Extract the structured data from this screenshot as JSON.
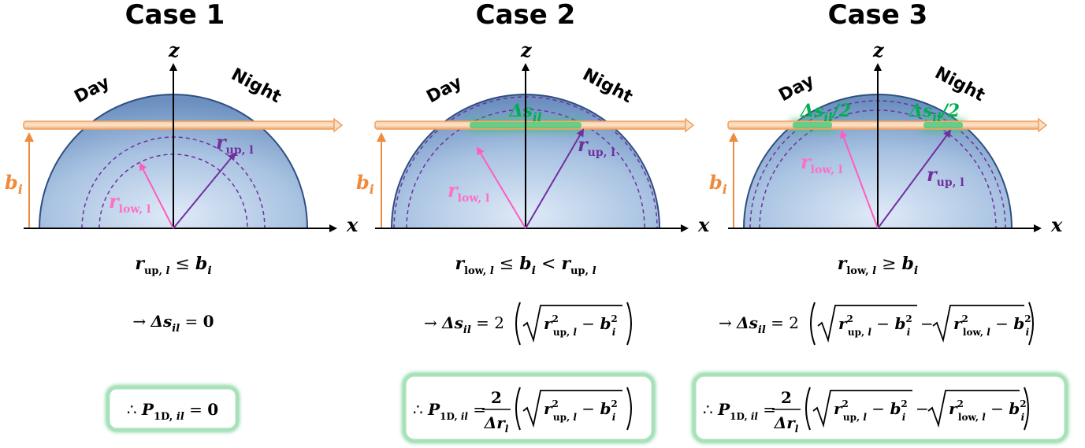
{
  "panels": [
    {
      "title": "Case 1",
      "condition": "r_up,l ≤ b_i",
      "delta_s": "→ Δs_il = 0",
      "p1d": "∴ P_1D,il = 0"
    },
    {
      "title": "Case 2",
      "condition": "r_low,l ≤ b_i < r_up,l",
      "delta_s": "→ Δs_il = 2 ( √(r_up,l² − b_i²) )",
      "p1d": "∴ P_1D,il = 2/Δr_l ( √(r_up,l² − b_i²) )"
    },
    {
      "title": "Case 3",
      "condition": "r_low,l ≥ b_i",
      "delta_s": "→ Δs_il = 2 ( √(r_up,l² − b_i²) − √(r_low,l² − b_i²) )",
      "p1d": "∴ P_1D,il = 2/Δr_l ( √(r_up,l² − b_i²) − √(r_low,l² − b_i²) )"
    }
  ],
  "labels": {
    "day": "Day",
    "night": "Night",
    "x_axis": "x",
    "z_axis": "z",
    "impact": "b",
    "impact_sub": "i",
    "r": "r",
    "up_l": "up, l",
    "low_l": "low, l",
    "ds_full": "Δs",
    "ds_sub": "il",
    "ds_half": "/2"
  },
  "colors": {
    "sphere_edge": "#2f4f80",
    "sphere_fill": "#8fb0d6",
    "upper_shell": "#7030a0",
    "lower_shell": "#ff4fb8",
    "ray": "#f4b183",
    "impact": "#f08a3a",
    "path_highlight": "#00b050"
  }
}
